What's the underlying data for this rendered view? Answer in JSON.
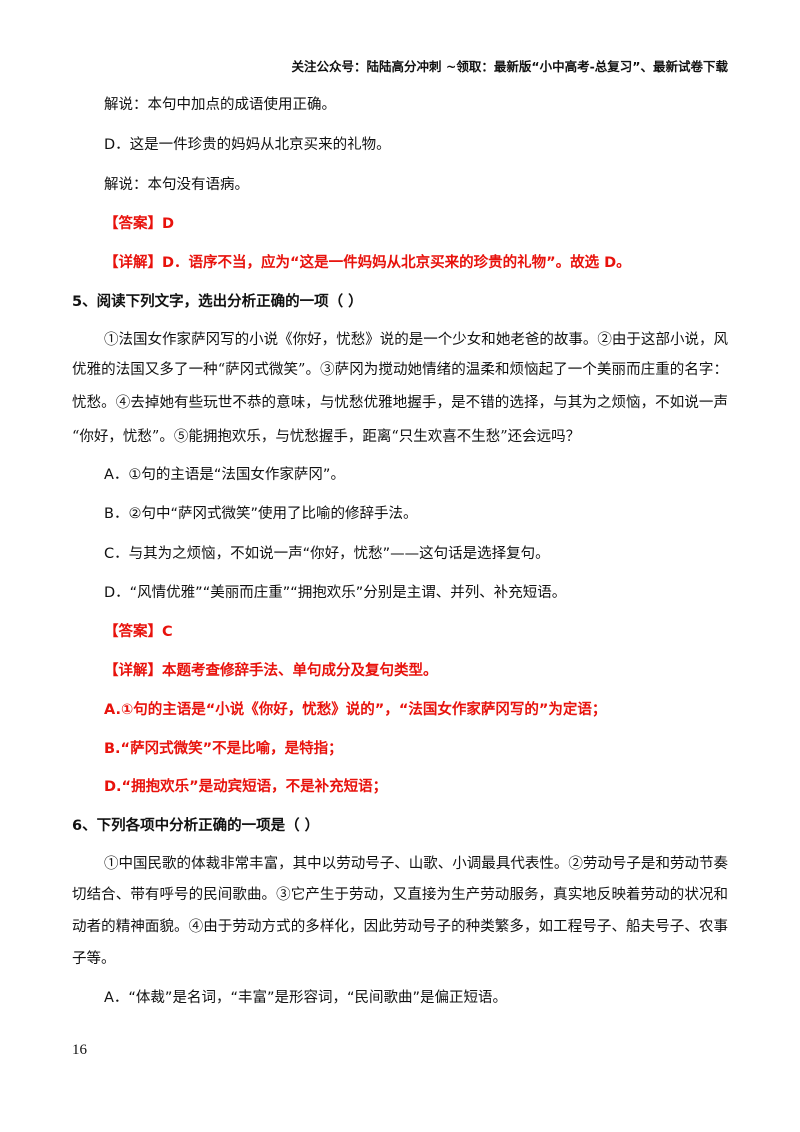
{
  "header": "关注公众号：陆陆高分冲刺 ~领取：最新版“小中高考-总复习”、最新试卷下载",
  "prev": {
    "explain_c": "解说：本句中加点的成语使用正确。",
    "option_d": "D．这是一件珍贵的妈妈从北京买来的礼物。",
    "explain_d": "解说：本句没有语病。",
    "answer": "【答案】D",
    "detail": "【详解】D．语序不当，应为“这是一件妈妈从北京买来的珍贵的礼物”。故选 D。"
  },
  "q5": {
    "title": "5、阅读下列文字，选出分析正确的一项（    ）",
    "passage": [
      "①法国女作家萨冈写的小说《你好，忧愁》说的是一个少女和她老爸的故事。②由于这部小说，风情",
      "优雅的法国又多了一种“萨冈式微笑”。③萨冈为搅动她情绪的温柔和烦恼起了一个美丽而庄重的名字：",
      "忧愁。④去掉她有些玩世不恭的意味，与忧愁优雅地握手，是不错的选择，与其为之烦恼，不如说一声",
      "“你好，忧愁”。⑤能拥抱欢乐，与忧愁握手，距离“只生欢喜不生愁”还会远吗？"
    ],
    "options": [
      "A．①句的主语是“法国女作家萨冈”。",
      "B．②句中“萨冈式微笑”使用了比喻的修辞手法。",
      "C．与其为之烦恼，不如说一声“你好，忧愁”——这句话是选择复句。",
      "D．“风情优雅”“美丽而庄重”“拥抱欢乐”分别是主谓、并列、补充短语。"
    ],
    "answer": "【答案】C",
    "detail": [
      "【详解】本题考查修辞手法、单句成分及复句类型。",
      "A.①句的主语是“小说《你好，忧愁》说的”，“法国女作家萨冈写的”为定语；",
      "B.“萨冈式微笑”不是比喻，是特指；",
      "D.“拥抱欢乐”是动宾短语，不是补充短语；"
    ]
  },
  "q6": {
    "title": "6、下列各项中分析正确的一项是（    ）",
    "passage": [
      "①中国民歌的体裁非常丰富，其中以劳动号子、山歌、小调最具代表性。②劳动号子是和劳动节奏密",
      "切结合、带有呼号的民间歌曲。③它产生于劳动，又直接为生产劳动服务，真实地反映着劳动的状况和劳",
      "动者的精神面貌。④由于劳动方式的多样化，因此劳动号子的种类繁多，如工程号子、船夫号子、农事号",
      "子等。"
    ],
    "option_a": "A．“体裁”是名词，“丰富”是形容词，“民间歌曲”是偏正短语。"
  },
  "page_number": "16"
}
